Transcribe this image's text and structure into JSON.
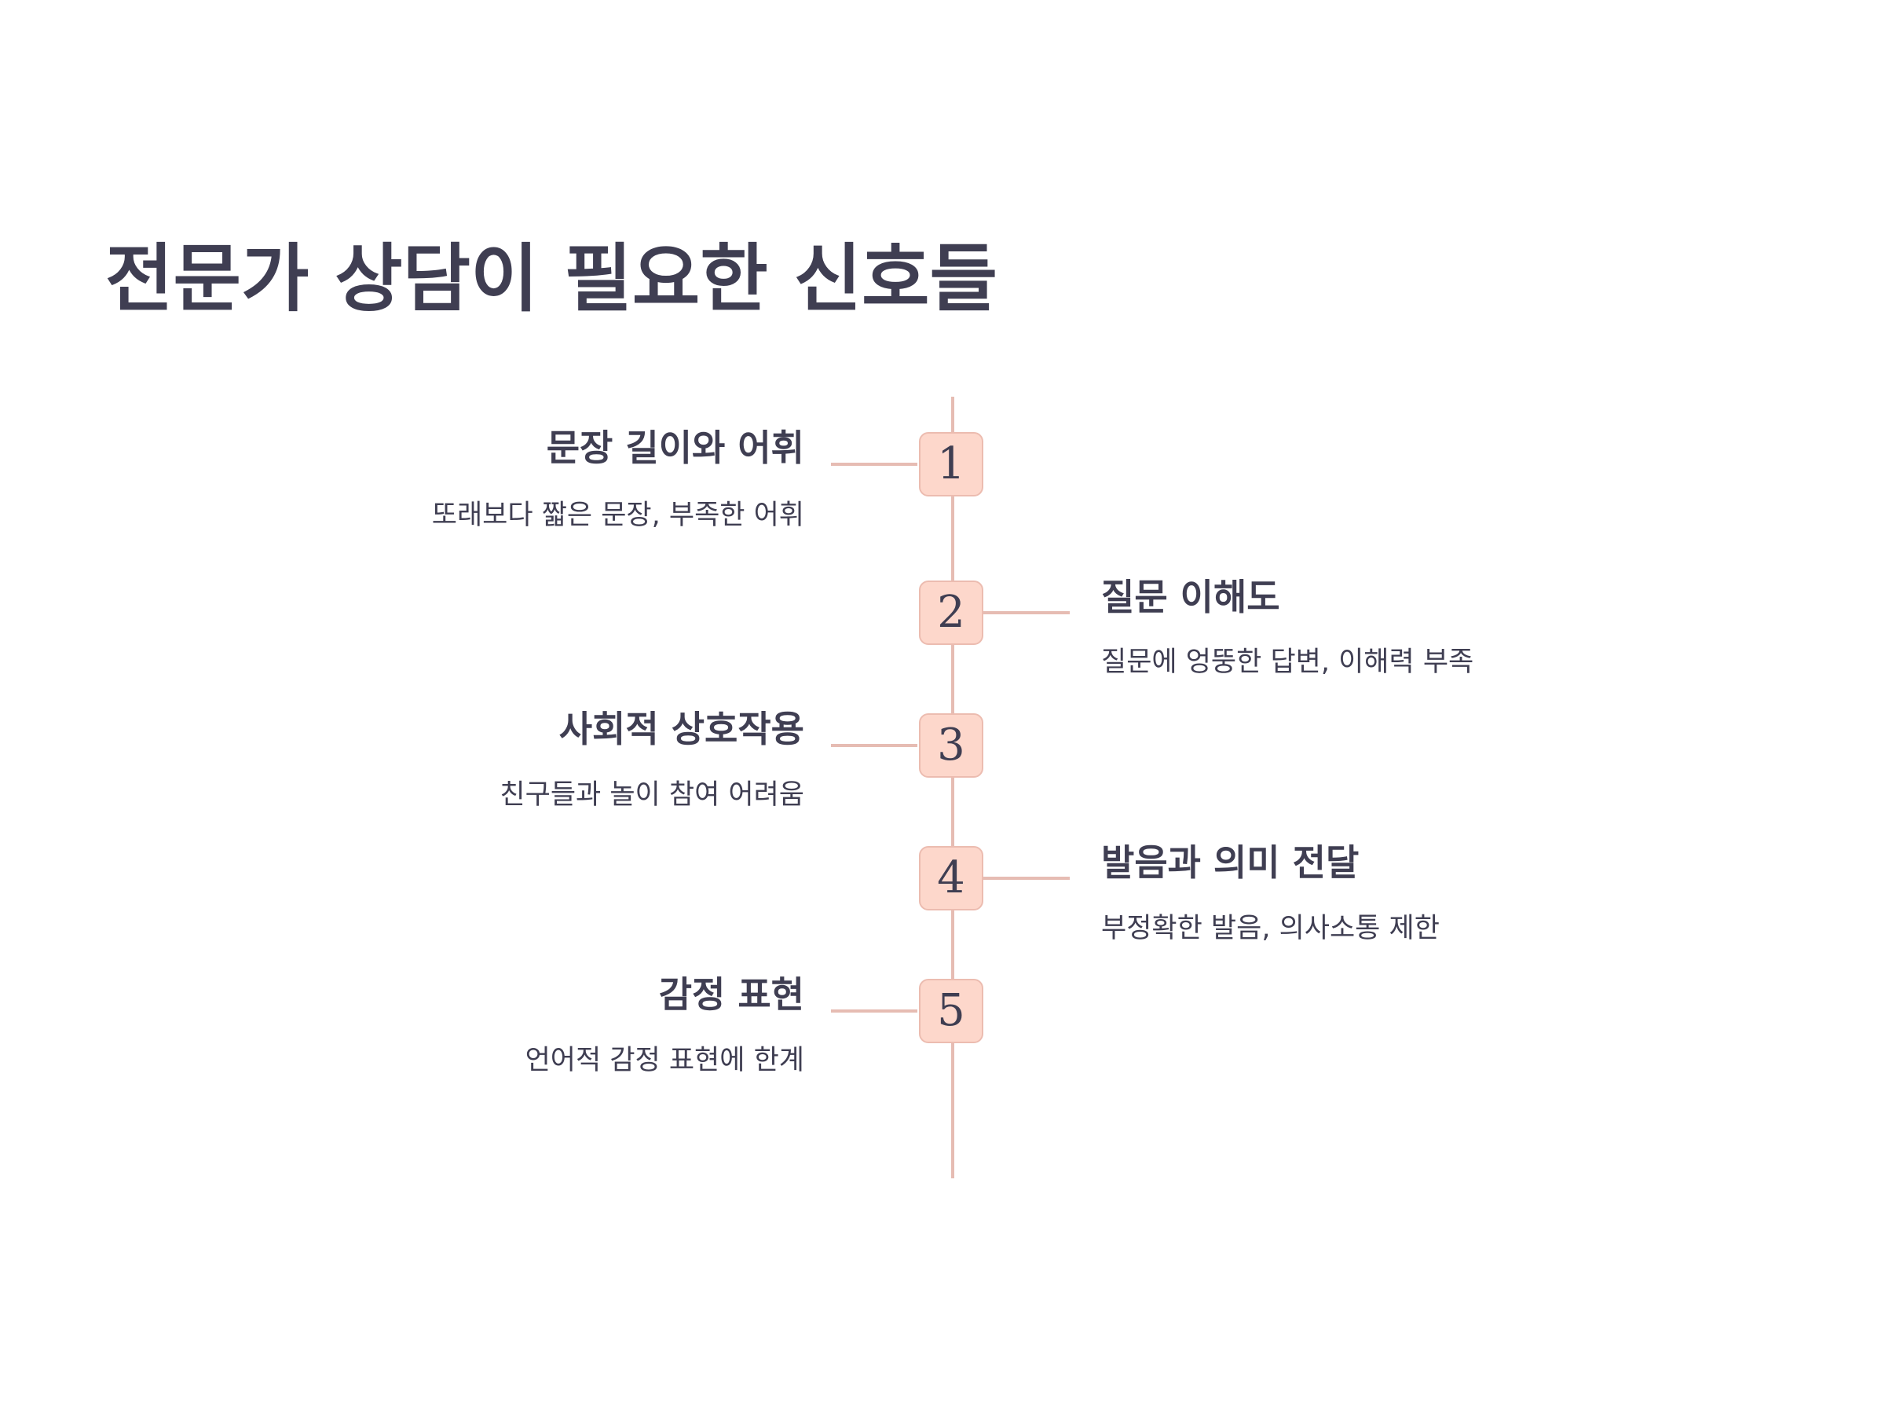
{
  "title": "전문가 상담이 필요한 신호들",
  "steps": [
    {
      "number": "1",
      "title": "문장 길이와 어휘",
      "description": "또래보다 짧은 문장, 부족한 어휘",
      "side": "left"
    },
    {
      "number": "2",
      "title": "질문 이해도",
      "description": "질문에 엉뚱한 답변, 이해력 부족",
      "side": "right"
    },
    {
      "number": "3",
      "title": "사회적 상호작용",
      "description": "친구들과 놀이 참여 어려움",
      "side": "left"
    },
    {
      "number": "4",
      "title": "발음과 의미 전달",
      "description": "부정확한 발음, 의사소통 제한",
      "side": "right"
    },
    {
      "number": "5",
      "title": "감정 표현",
      "description": "언어적 감정 표현에 한계",
      "side": "left"
    }
  ],
  "colors": {
    "text": "#3f3e52",
    "badge_fill": "#fdd7cb",
    "badge_border": "#ecbcb0",
    "line": "#e6bcb3"
  }
}
